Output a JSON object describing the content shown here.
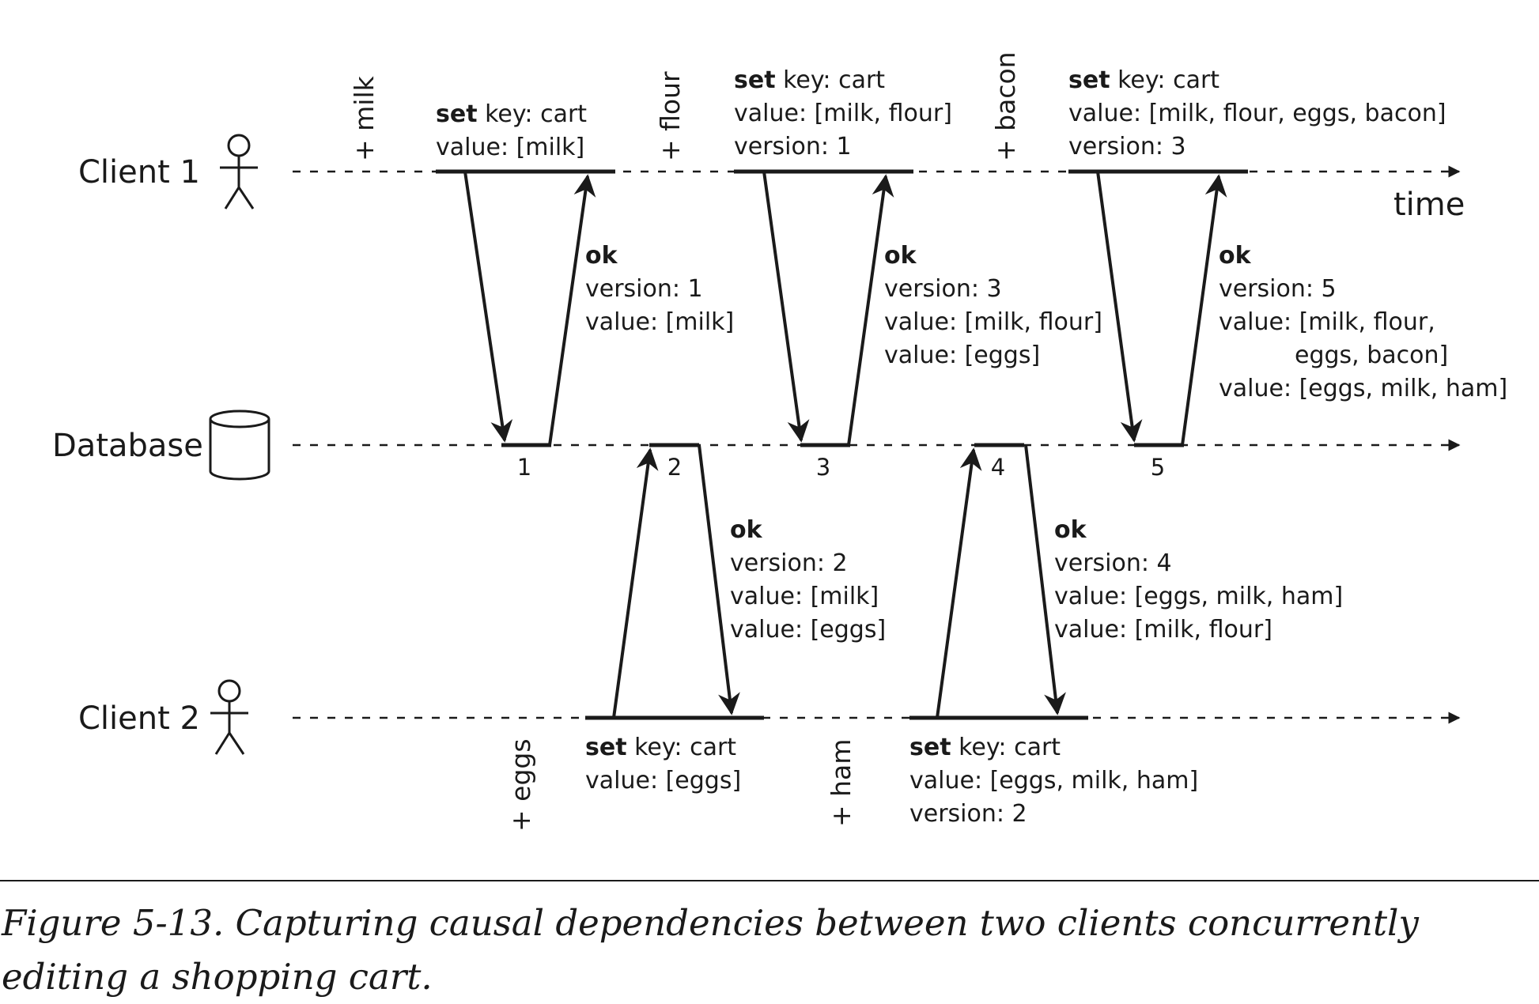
{
  "participants": {
    "client1": "Client 1",
    "database": "Database",
    "client2": "Client 2"
  },
  "axis_label": "time",
  "events": {
    "milk": "+ milk",
    "flour": "+ flour",
    "bacon": "+ bacon",
    "eggs": "+ eggs",
    "ham": "+ ham"
  },
  "requests": {
    "r1": {
      "cmd": "set",
      "lines": [
        "key: cart",
        "value: [milk]"
      ]
    },
    "r2": {
      "cmd": "set",
      "lines": [
        "key: cart",
        "value: [milk, flour]",
        "version: 1"
      ]
    },
    "r3": {
      "cmd": "set",
      "lines": [
        "key: cart",
        "value: [milk, flour, eggs, bacon]",
        "version: 3"
      ]
    },
    "r4": {
      "cmd": "set",
      "lines": [
        "key: cart",
        "value: [eggs]"
      ]
    },
    "r5": {
      "cmd": "set",
      "lines": [
        "key: cart",
        "value: [eggs, milk, ham]",
        "version: 2"
      ]
    }
  },
  "responses": {
    "a1": {
      "status": "ok",
      "lines": [
        "version: 1",
        "value: [milk]"
      ]
    },
    "a2": {
      "status": "ok",
      "lines": [
        "version: 3",
        "value: [milk, flour]",
        "value: [eggs]"
      ]
    },
    "a3": {
      "status": "ok",
      "lines": [
        "version: 5",
        "value: [milk, flour,",
        "eggs, bacon]",
        "value: [eggs, milk, ham]"
      ]
    },
    "a4": {
      "status": "ok",
      "lines": [
        "version: 2",
        "value: [milk]",
        "value: [eggs]"
      ]
    },
    "a5": {
      "status": "ok",
      "lines": [
        "version: 4",
        "value: [eggs, milk, ham]",
        "value: [milk, flour]"
      ]
    }
  },
  "db_versions": [
    "1",
    "2",
    "3",
    "4",
    "5"
  ],
  "caption": "Figure 5-13. Capturing causal dependencies between two clients concurrently editing a shopping cart."
}
